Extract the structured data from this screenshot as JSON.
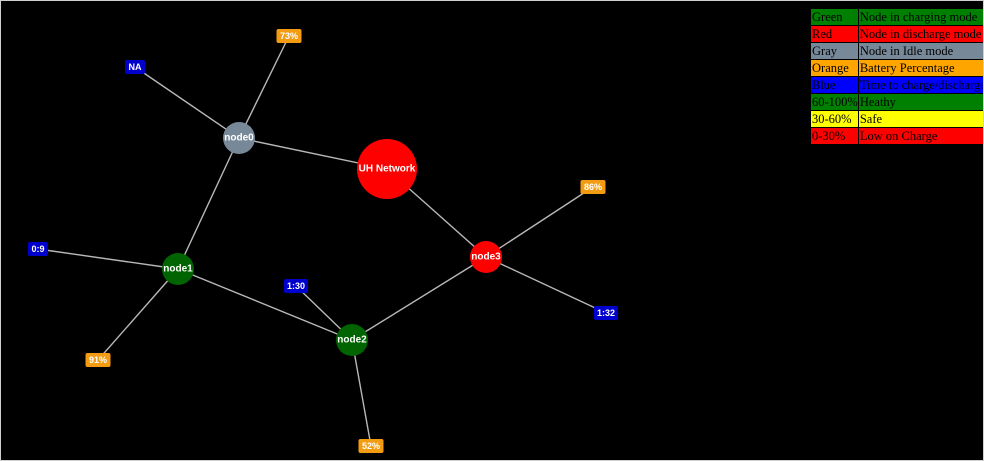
{
  "diagram": {
    "nodes": [
      {
        "id": "network",
        "label": "UH Network",
        "color": "#ff0000"
      },
      {
        "id": "node0",
        "label": "node0",
        "color": "#778899"
      },
      {
        "id": "node1",
        "label": "node1",
        "color": "#006400"
      },
      {
        "id": "node2",
        "label": "node2",
        "color": "#006400"
      },
      {
        "id": "node3",
        "label": "node3",
        "color": "#ff0000"
      }
    ],
    "badges": [
      {
        "id": "node0-battery",
        "label": "73%",
        "kind": "battery",
        "color": "#f39c12"
      },
      {
        "id": "node0-time",
        "label": "NA",
        "kind": "time",
        "color": "#0000cd"
      },
      {
        "id": "node1-time",
        "label": "0:9",
        "kind": "time",
        "color": "#0000cd"
      },
      {
        "id": "node1-battery",
        "label": "91%",
        "kind": "battery",
        "color": "#f39c12"
      },
      {
        "id": "node2-time",
        "label": "1:30",
        "kind": "time",
        "color": "#0000cd"
      },
      {
        "id": "node2-battery",
        "label": "52%",
        "kind": "battery",
        "color": "#f39c12"
      },
      {
        "id": "node3-battery",
        "label": "86%",
        "kind": "battery",
        "color": "#f39c12"
      },
      {
        "id": "node3-time",
        "label": "1:32",
        "kind": "time",
        "color": "#0000cd"
      }
    ],
    "edges": [
      [
        "node0",
        "node0-battery"
      ],
      [
        "node0",
        "node0-time"
      ],
      [
        "node0",
        "network"
      ],
      [
        "node0",
        "node1"
      ],
      [
        "node1",
        "node1-time"
      ],
      [
        "node1",
        "node1-battery"
      ],
      [
        "node1",
        "node2"
      ],
      [
        "node2",
        "node2-time"
      ],
      [
        "node2",
        "node2-battery"
      ],
      [
        "node2",
        "node3"
      ],
      [
        "network",
        "node3"
      ],
      [
        "node3",
        "node3-battery"
      ],
      [
        "node3",
        "node3-time"
      ]
    ]
  },
  "legend": [
    {
      "key": "Green",
      "description": "Node in charging mode",
      "bg": "#008000",
      "text_color": "#000000"
    },
    {
      "key": "Red",
      "description": "Node in discharge mode",
      "bg": "#ff0000",
      "text_color": "#000000"
    },
    {
      "key": "Gray",
      "description": "Node in Idle mode",
      "bg": "#778899",
      "text_color": "#000000"
    },
    {
      "key": "Orange",
      "description": "Battery Percentage",
      "bg": "#ffa500",
      "text_color": "#000000"
    },
    {
      "key": "Blue",
      "description": "Time to charge/discharge",
      "bg": "#0000ff",
      "text_color": "#000000"
    },
    {
      "key": "60-100%",
      "description": "Heathy",
      "bg": "#008000",
      "text_color": "#000000"
    },
    {
      "key": "30-60%",
      "description": "Safe",
      "bg": "#ffff00",
      "text_color": "#000000"
    },
    {
      "key": "0-30%",
      "description": "Low on Charge",
      "bg": "#ff0000",
      "text_color": "#000000"
    }
  ]
}
